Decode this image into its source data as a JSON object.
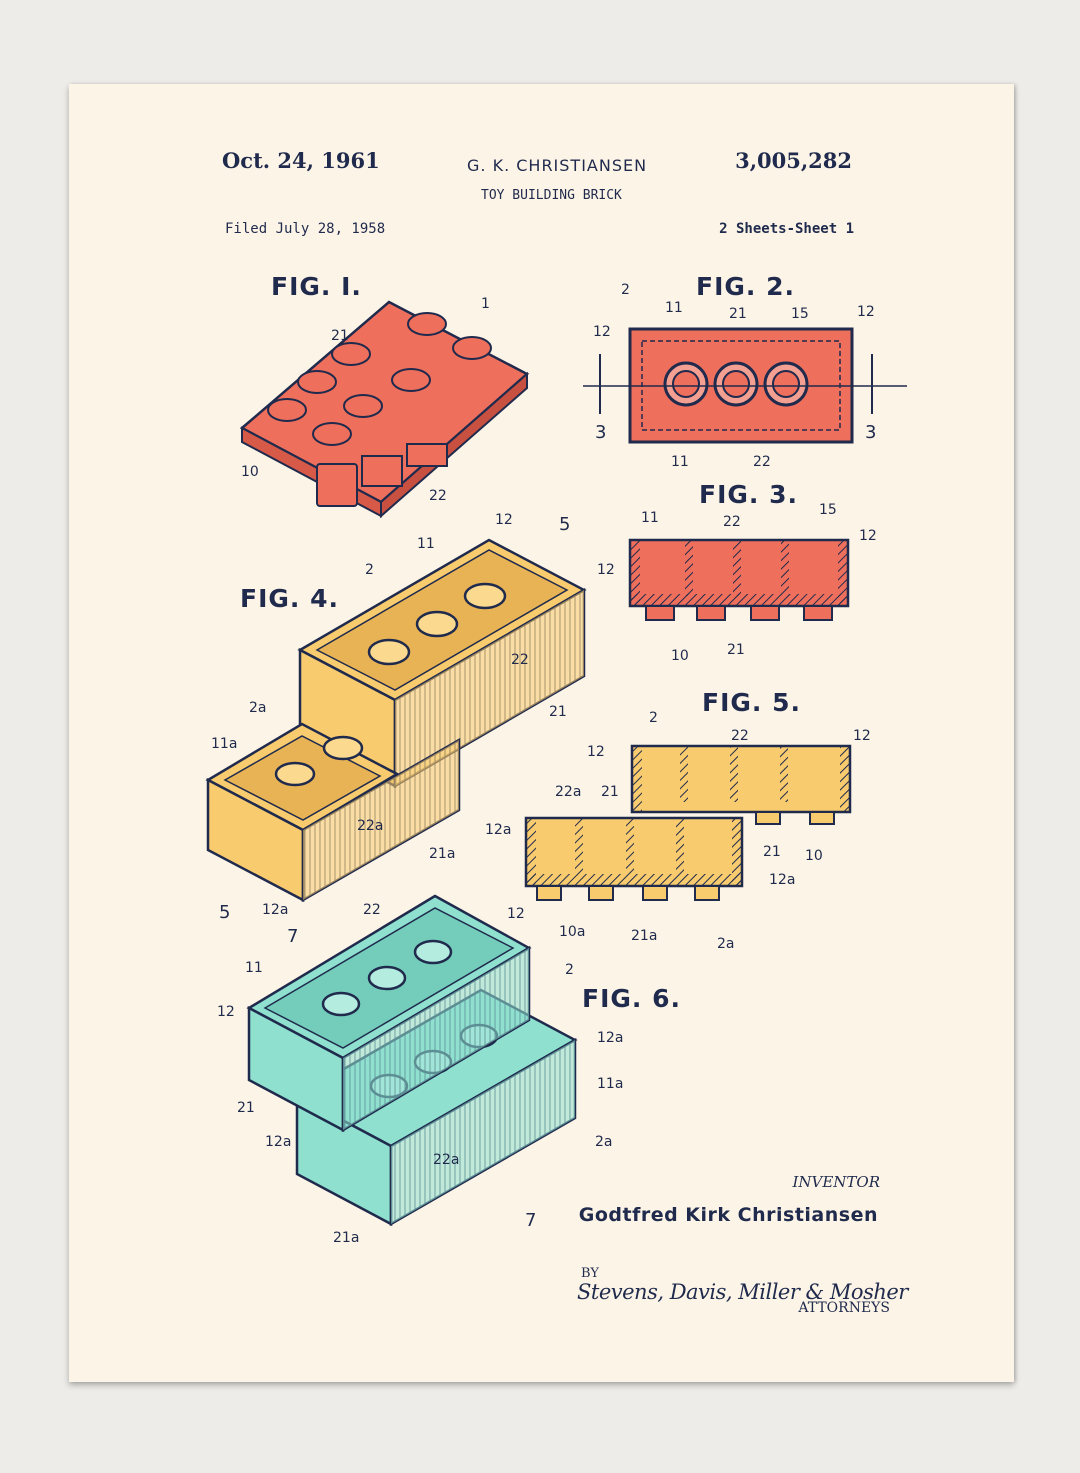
{
  "header": {
    "date": "Oct. 24, 1961",
    "inventor_short": "G. K. CHRISTIANSEN",
    "patent_number": "3,005,282",
    "title": "TOY BUILDING BRICK",
    "filed": "Filed July 28, 1958",
    "sheets": "2 Sheets-Sheet 1"
  },
  "figures": {
    "fig1": "FIG. I.",
    "fig2": "FIG. 2.",
    "fig3": "FIG. 3.",
    "fig4": "FIG. 4.",
    "fig5": "FIG. 5.",
    "fig6": "FIG. 6."
  },
  "colors": {
    "red": "#ee6f5c",
    "yellow": "#f8cb6e",
    "teal": "#8fe0cf",
    "ink": "#1f2a4d",
    "paper": "#fcf4e6"
  },
  "callouts": {
    "fig1": [
      "1",
      "21",
      "10",
      "22"
    ],
    "fig2": [
      "2",
      "11",
      "21",
      "15",
      "12",
      "12",
      "3",
      "3",
      "11",
      "22"
    ],
    "fig3": [
      "11",
      "22",
      "15",
      "12",
      "12",
      "10",
      "21"
    ],
    "fig4": [
      "12",
      "5",
      "11",
      "2",
      "22",
      "21",
      "2a",
      "11a",
      "22a",
      "21a",
      "5",
      "12a"
    ],
    "fig5": [
      "2",
      "12",
      "22",
      "12",
      "22a",
      "21",
      "12a",
      "21",
      "10",
      "12a",
      "10a",
      "21a",
      "2a"
    ],
    "fig6": [
      "22",
      "12",
      "7",
      "11",
      "2",
      "12",
      "12a",
      "11a",
      "21",
      "12a",
      "2a",
      "22a",
      "21a",
      "7"
    ]
  },
  "footer": {
    "inventor_label": "INVENTOR",
    "inventor_name": "Godtfred Kirk Christiansen",
    "by": "BY",
    "signature": "Stevens, Davis, Miller & Mosher",
    "attorneys_label": "ATTORNEYS"
  }
}
